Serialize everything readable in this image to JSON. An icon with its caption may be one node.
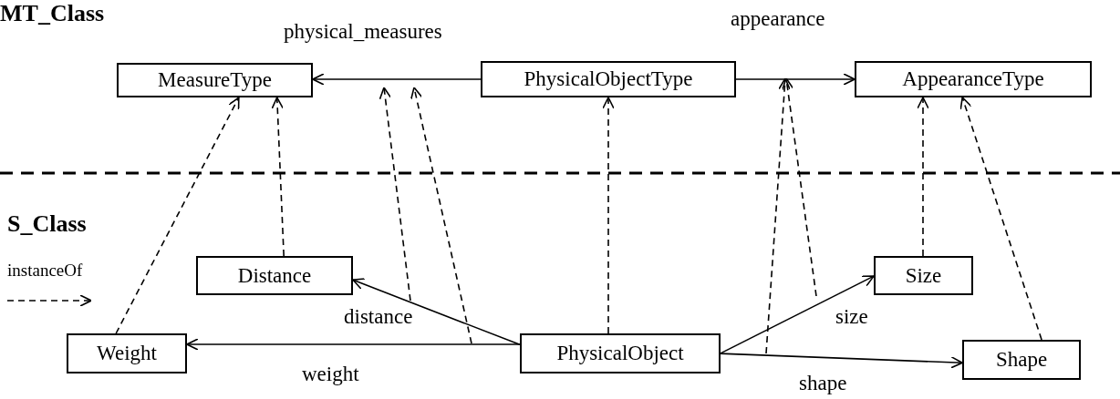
{
  "diagram": {
    "nodes": [
      {
        "text": [
          "MeasureType"
        ]
      },
      {
        "text": [
          "PhysicalObjectType"
        ]
      },
      {
        "text": [
          "AppearanceType"
        ]
      },
      {
        "text": [
          "Distance"
        ]
      },
      {
        "text": [
          "Size"
        ]
      },
      {
        "text": [
          "Weight"
        ]
      },
      {
        "text": [
          "PhysicalObject"
        ]
      },
      {
        "text": [
          "Shape"
        ]
      }
    ],
    "edges": [
      {
        "from": 1,
        "to": 0,
        "arrow": "to",
        "label": "physical_measures"
      },
      {
        "from": 1,
        "to": 2,
        "arrow": "to",
        "label": "appearance"
      },
      {
        "from": 6,
        "to": 3,
        "arrow": "to",
        "label": "distance"
      },
      {
        "from": 6,
        "to": 5,
        "arrow": "to",
        "label": "weight"
      },
      {
        "from": 6,
        "to": 4,
        "arrow": "to",
        "label": "size"
      },
      {
        "from": 6,
        "to": 7,
        "arrow": "to",
        "label": "shape"
      },
      {
        "from": 5,
        "to": 0,
        "arrow": "to",
        "style": "dashed"
      },
      {
        "from": 3,
        "to": 0,
        "arrow": "to",
        "style": "dashed"
      },
      {
        "from": 6,
        "to": 1,
        "arrow": "to",
        "style": "dashed"
      },
      {
        "from": 4,
        "to": 2,
        "arrow": "to",
        "style": "dashed"
      },
      {
        "from": 7,
        "to": 2,
        "arrow": "to",
        "style": "dashed"
      }
    ],
    "labels": [
      "MT_Class",
      "S_Class"
    ],
    "legend": [
      {
        "text": "instanceOf"
      }
    ]
  }
}
